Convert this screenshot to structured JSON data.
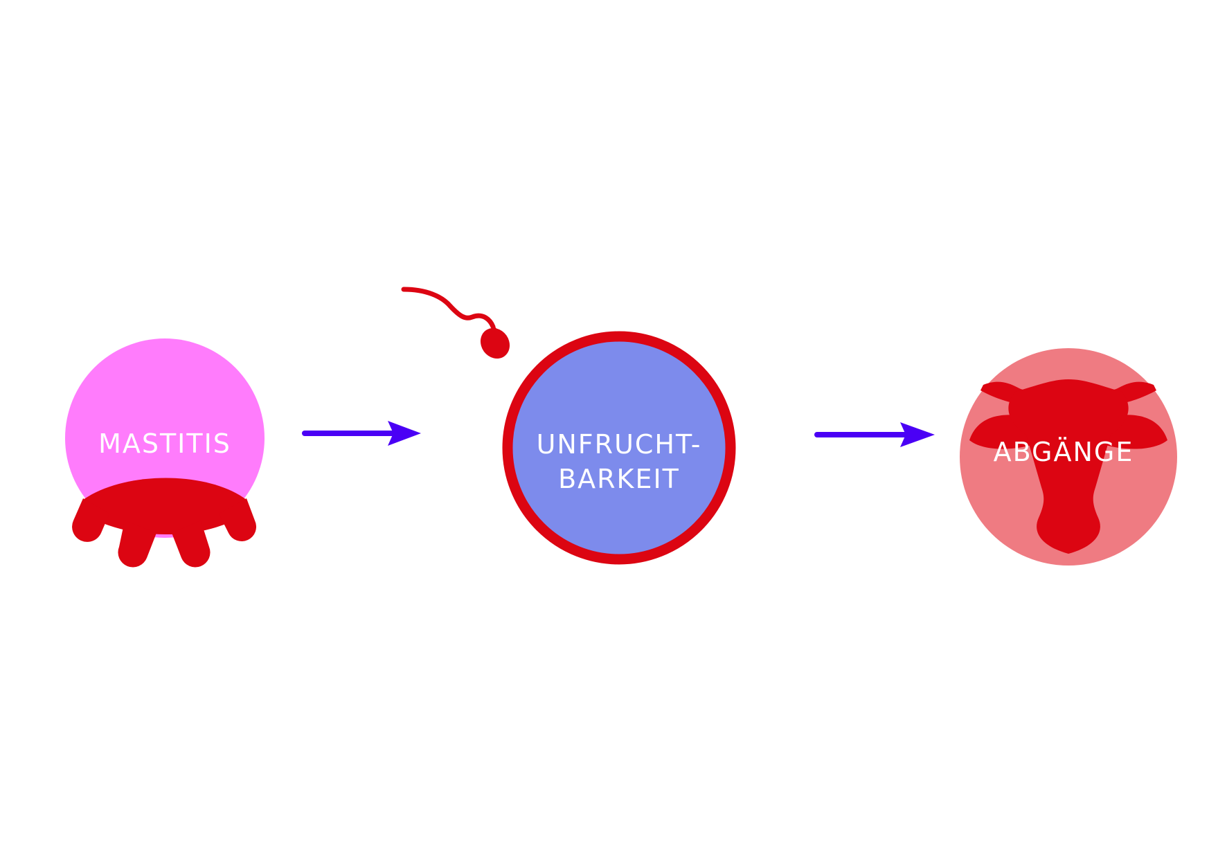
{
  "nodes": {
    "mastitis": {
      "label": "MASTITIS"
    },
    "unfruchtbarkeit": {
      "label_line1": "UNFRUCHT-",
      "label_line2": "BARKEIT"
    },
    "abgaenge": {
      "label": "ABGÄNGE"
    }
  },
  "icons": {
    "mastitis": "udder-icon",
    "unfruchtbarkeit": "sperm-icon",
    "abgaenge": "cow-head-icon"
  },
  "colors": {
    "mastitis_circle": "#ff7cfc",
    "udder": "#dc0512",
    "egg_fill": "#7d8bec",
    "egg_ring": "#dc0512",
    "sperm": "#dc0512",
    "abgaenge_circle": "#ef7b82",
    "cow": "#dc0512",
    "arrow": "#4a00f5",
    "label_text": "#ffffff"
  }
}
